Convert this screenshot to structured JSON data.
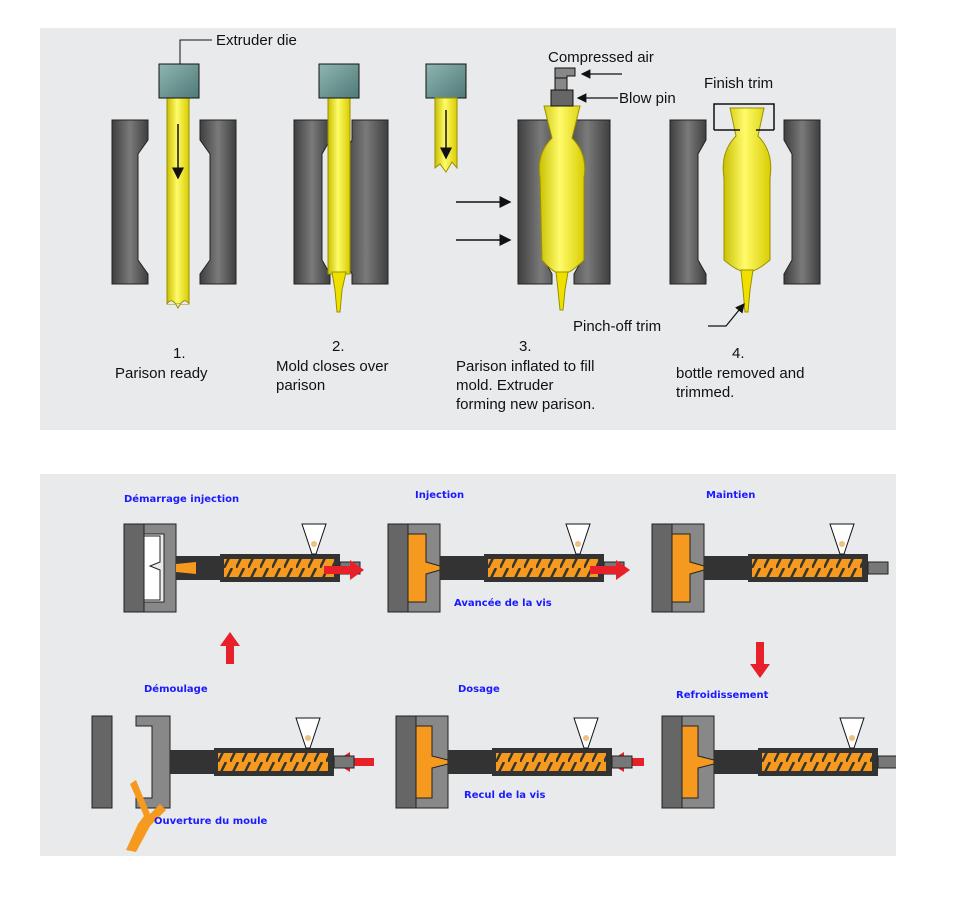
{
  "top": {
    "labels": {
      "extruder_die": "Extruder die",
      "compressed_air": "Compressed air",
      "blow_pin": "Blow pin",
      "finish_trim": "Finish trim",
      "pinch_off_trim": "Pinch-off trim"
    },
    "steps": [
      {
        "num": "1.",
        "lines": [
          "Parison ready"
        ]
      },
      {
        "num": "2.",
        "lines": [
          "Mold closes over",
          "parison"
        ]
      },
      {
        "num": "3.",
        "lines": [
          "Parison inflated to fill",
          "mold. Extruder",
          "forming new parison."
        ]
      },
      {
        "num": "4.",
        "lines": [
          "bottle removed and",
          "trimmed."
        ]
      }
    ]
  },
  "bottom": {
    "stages": {
      "demarrage": "Démarrage injection",
      "injection": "Injection",
      "maintien": "Maintien",
      "refroidissement": "Refroidissement",
      "dosage": "Dosage",
      "demoulage": "Démoulage"
    },
    "notes": {
      "avancee": "Avancée de la vis",
      "recul": "Recul de la vis",
      "ouverture": "Ouverture du moule"
    }
  },
  "colors": {
    "panel": "#e9eaec",
    "mold": "#5f5f5f",
    "parison": "#f2e600",
    "plastic": "#f59a1f",
    "arrow_red": "#e8202a",
    "label_blue": "#1a1aff"
  }
}
